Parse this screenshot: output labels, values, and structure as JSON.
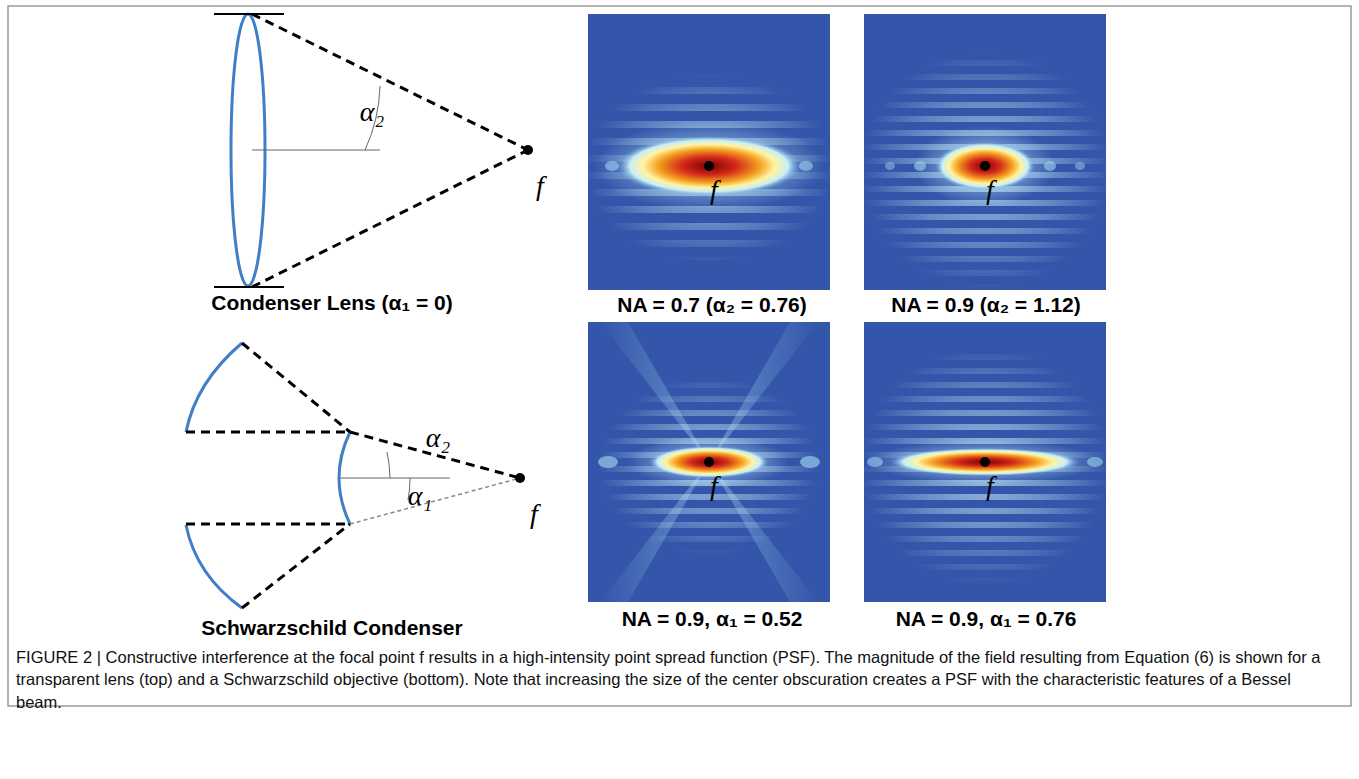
{
  "diagram": {
    "caption": "FIGURE 2 | Constructive interference at the focal point f results in a high-intensity point spread function (PSF). The magnitude of the field resulting from Equation (6) is shown for a transparent lens (top) and a Schwarzschild objective (bottom). Note that increasing the size of the center obscuration creates a PSF with the characteristic features of a Bessel beam.",
    "labels": [
      "α₂",
      "f",
      "Condenser Lens (α₁ = 0)",
      "f",
      "NA = 0.7 (α₂ = 0.76)",
      "f",
      "NA = 0.9 (α₂ = 1.12)",
      "α₂",
      "α₁",
      "f",
      "Schwarzschild Condenser",
      "f",
      "NA = 0.9, α₁ = 0.52",
      "f",
      "NA = 0.9, α₁ = 0.76"
    ]
  }
}
